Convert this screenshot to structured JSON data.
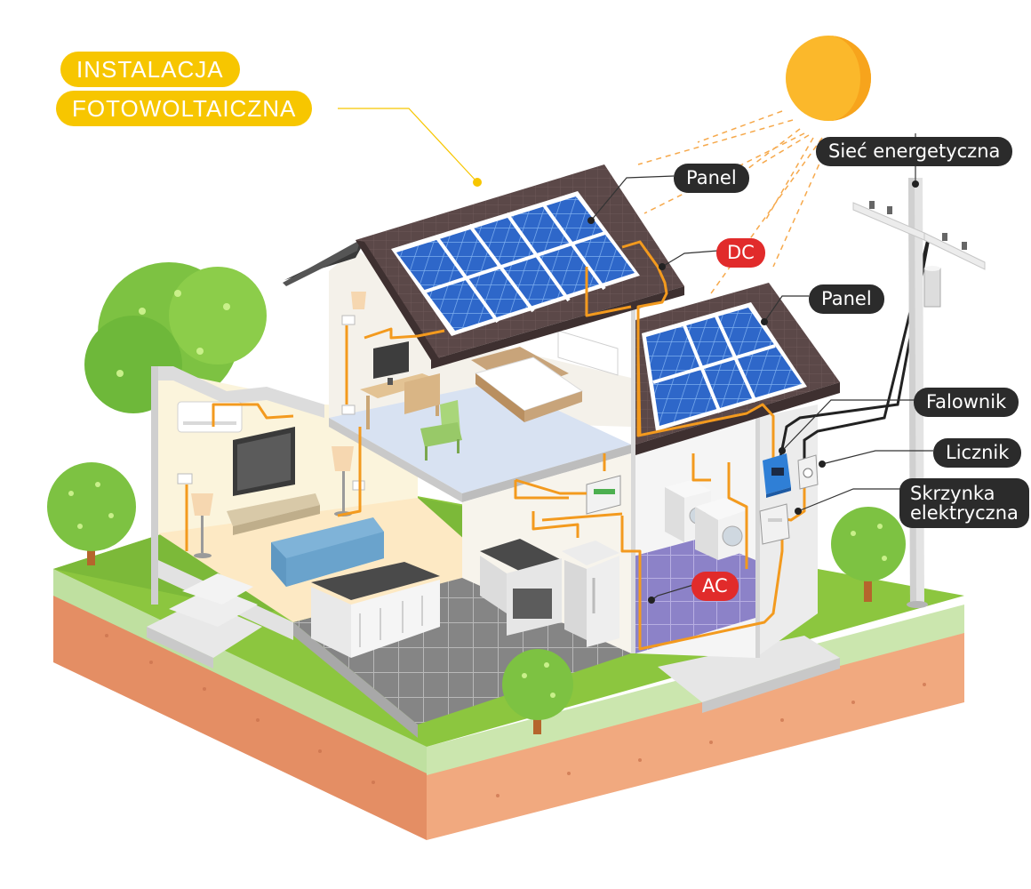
{
  "title": {
    "line1": "INSTALACJA",
    "line2": "FOTOWOLTAICZNA"
  },
  "labels": {
    "panel_top": "Panel",
    "dc": "DC",
    "panel_right": "Panel",
    "grid": "Sieć energetyczna",
    "inverter": "Falownik",
    "meter": "Licznik",
    "breaker_box_line1": "Skrzynka",
    "breaker_box_line2": "elektryczna",
    "ac": "AC"
  },
  "colors": {
    "title_yellow": "#f7c600",
    "label_dark": "#2b2b2b",
    "label_red": "#e12b2b",
    "wire_dc_ac": "#f39a1e",
    "sun": "#fbb82b",
    "grass": "#8cc63f",
    "soil": "#e8946a",
    "solar_panel": "#2f6fcf",
    "roof": "#5a4646"
  },
  "icons": [
    "sun-icon",
    "solar-panel-icon",
    "inverter-icon",
    "meter-icon",
    "breaker-box-icon",
    "power-pole-icon",
    "tree-icon"
  ]
}
